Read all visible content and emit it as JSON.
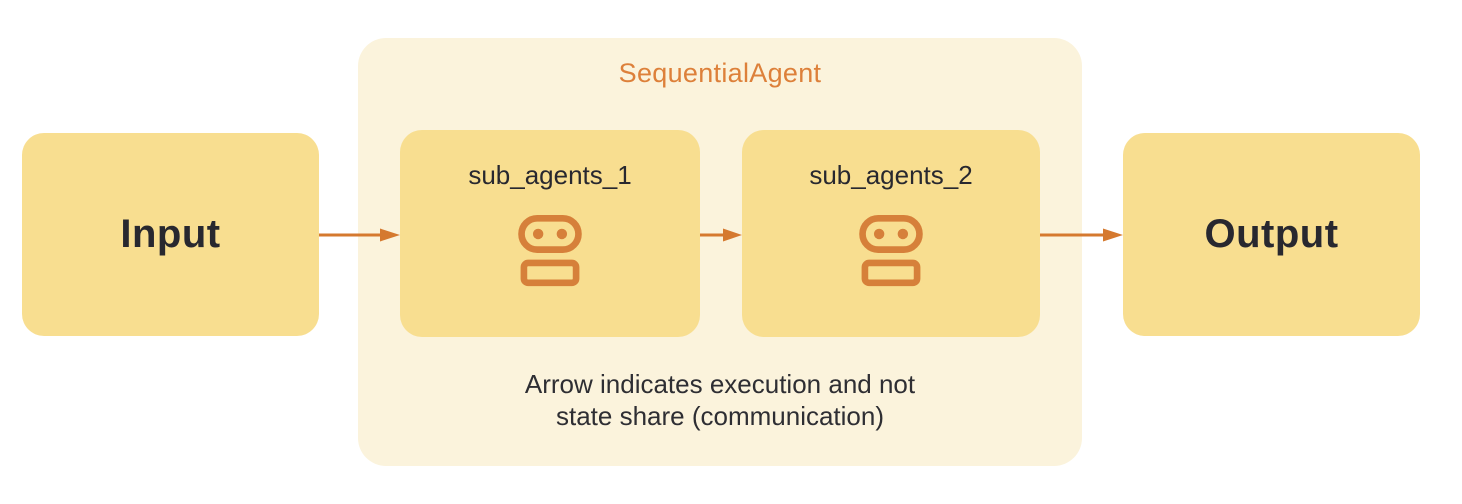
{
  "diagram": {
    "title": "SequentialAgent",
    "input": {
      "label": "Input"
    },
    "output": {
      "label": "Output"
    },
    "sub_agents": [
      {
        "label": "sub_agents_1",
        "icon": "robot-icon"
      },
      {
        "label": "sub_agents_2",
        "icon": "robot-icon"
      }
    ],
    "caption": {
      "line1": "Arrow indicates execution and not",
      "line2": "state share (communication)"
    },
    "colors": {
      "node_fill": "#F8DE90",
      "container_fill": "#FBF3DC",
      "arrow_orange": "#D5792F",
      "icon_orange": "#D6803A",
      "title_orange": "#DD803A",
      "text_dark": "#28282F"
    }
  }
}
